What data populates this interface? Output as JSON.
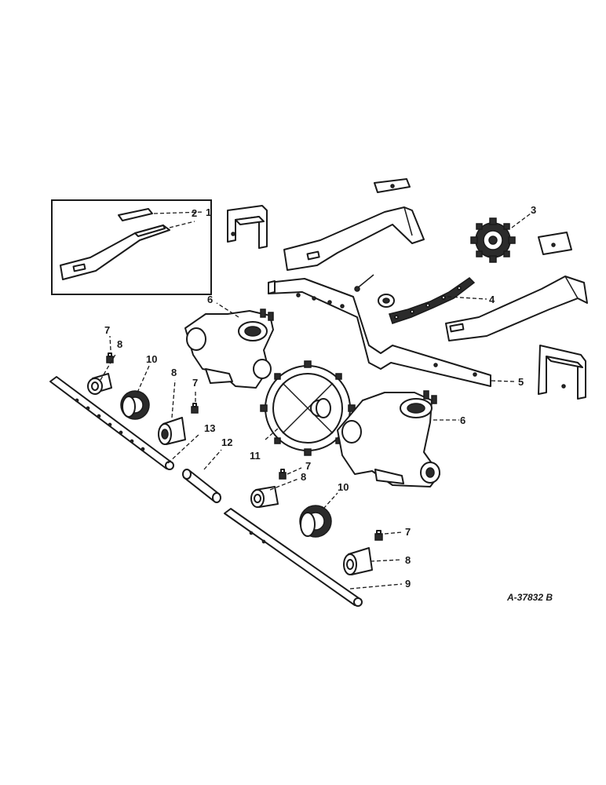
{
  "callouts": [
    {
      "id": "c1",
      "text": "1"
    },
    {
      "id": "c2",
      "text": "2"
    },
    {
      "id": "c3",
      "text": "3"
    },
    {
      "id": "c4",
      "text": "4"
    },
    {
      "id": "c5",
      "text": "5"
    },
    {
      "id": "c6a",
      "text": "6"
    },
    {
      "id": "c6b",
      "text": "6"
    },
    {
      "id": "c7a",
      "text": "7"
    },
    {
      "id": "c7b",
      "text": "7"
    },
    {
      "id": "c7c",
      "text": "7"
    },
    {
      "id": "c7d",
      "text": "7"
    },
    {
      "id": "c8a",
      "text": "8"
    },
    {
      "id": "c8b",
      "text": "8"
    },
    {
      "id": "c8c",
      "text": "8"
    },
    {
      "id": "c8d",
      "text": "8"
    },
    {
      "id": "c9",
      "text": "9"
    },
    {
      "id": "c10a",
      "text": "10"
    },
    {
      "id": "c10b",
      "text": "10"
    },
    {
      "id": "c11",
      "text": "11"
    },
    {
      "id": "c12",
      "text": "12"
    },
    {
      "id": "c13",
      "text": "13"
    }
  ],
  "drawing_number": "A-37832 B"
}
